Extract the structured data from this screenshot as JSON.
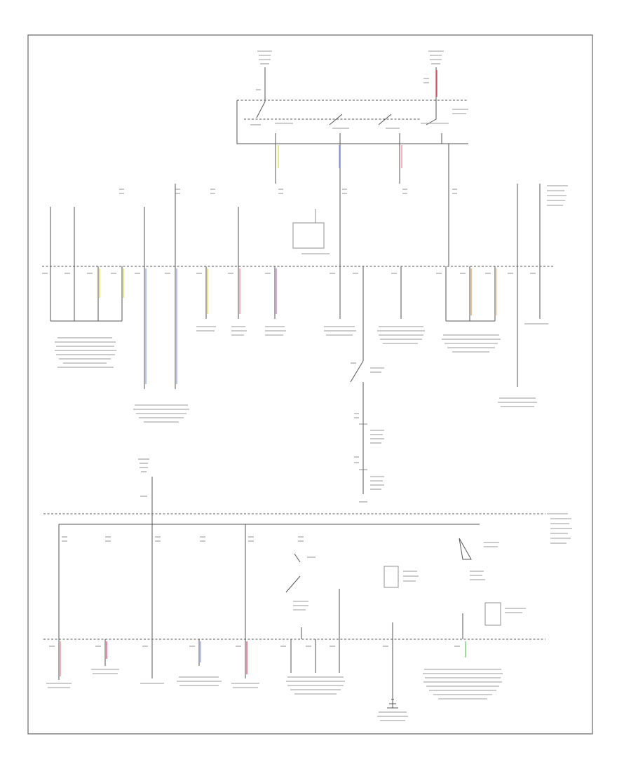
{
  "diagram_id": "",
  "colors": {
    "line": "#555555",
    "yellow": "#d8e05a",
    "blue": "#9aa6ff",
    "pink": "#ff8fa0",
    "violet": "#c084e0",
    "red": "#ff4d6a",
    "orange": "#f2a36b",
    "peach": "#f7c9a0",
    "green": "#6fd06f"
  },
  "wires": [
    {
      "id": "w1",
      "color": "yellow"
    },
    {
      "id": "w2",
      "color": "blue"
    },
    {
      "id": "w3",
      "color": "pink"
    },
    {
      "id": "w4",
      "color": "red"
    },
    {
      "id": "w5",
      "color": "yellow"
    },
    {
      "id": "w6",
      "color": "yellow"
    },
    {
      "id": "w7",
      "color": "blue"
    },
    {
      "id": "w8",
      "color": "blue"
    },
    {
      "id": "w9",
      "color": "yellow"
    },
    {
      "id": "w10",
      "color": "pink"
    },
    {
      "id": "w11",
      "color": "violet"
    },
    {
      "id": "w12",
      "color": "orange"
    },
    {
      "id": "w13",
      "color": "peach"
    },
    {
      "id": "w14",
      "color": "pink"
    },
    {
      "id": "w15",
      "color": "red"
    },
    {
      "id": "w16",
      "color": "blue"
    },
    {
      "id": "w17",
      "color": "red"
    },
    {
      "id": "w18",
      "color": "green"
    }
  ]
}
